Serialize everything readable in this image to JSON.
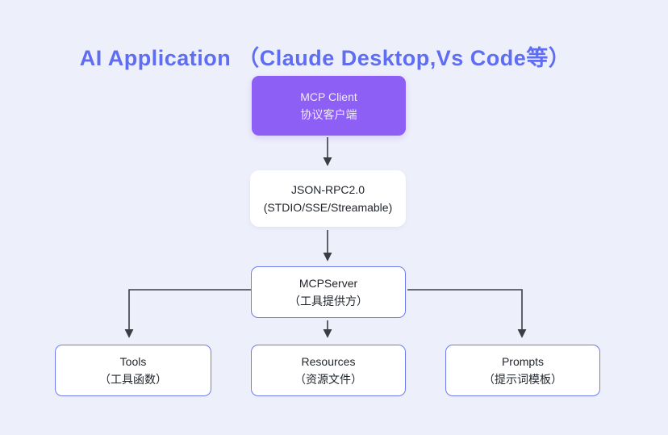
{
  "title": "AI Application （Claude Desktop,Vs Code等）",
  "nodes": {
    "client": {
      "line1": "MCP Client",
      "line2": "协议客户端"
    },
    "protocol": {
      "line1": "JSON-RPC2.0",
      "line2": "(STDIO/SSE/Streamable)"
    },
    "server": {
      "line1": "MCPServer",
      "line2": "（工具提供方）"
    },
    "tools": {
      "line1": "Tools",
      "line2": "（工具函数）"
    },
    "resources": {
      "line1": "Resources",
      "line2": "（资源文件）"
    },
    "prompts": {
      "line1": "Prompts",
      "line2": "（提示词模板）"
    }
  },
  "colors": {
    "background": "#edeffa",
    "title": "#5e6df2",
    "client_fill": "#8d5ff5",
    "client_text": "#f1eaff",
    "box_border": "#6d7bf3",
    "box_fill": "#ffffff",
    "box_text": "#1f242b",
    "arrow": "#3a3e44"
  }
}
